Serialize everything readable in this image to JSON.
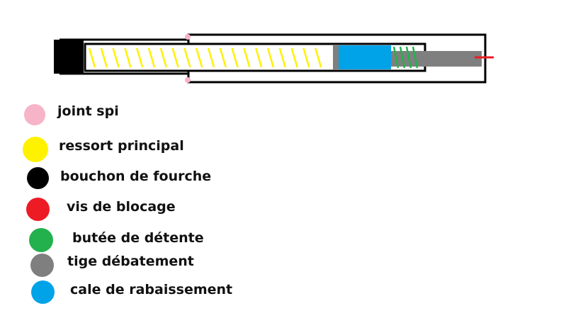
{
  "colors": {
    "joint_spi": "#f7b3c8",
    "ressort": "#fff200",
    "bouchon": "#000000",
    "vis": "#ed1c24",
    "butee": "#22b14c",
    "tige": "#7f7f7f",
    "cale": "#00a2e8"
  },
  "legend": [
    {
      "key": "joint-spi",
      "label": "joint spi",
      "color": "#f7b3c8"
    },
    {
      "key": "ressort-principal",
      "label": "ressort principal",
      "color": "#fff200"
    },
    {
      "key": "bouchon-de-fourche",
      "label": "bouchon de fourche",
      "color": "#000000"
    },
    {
      "key": "vis-de-blocage",
      "label": "vis de blocage",
      "color": "#ed1c24"
    },
    {
      "key": "butee-de-detente",
      "label": "butée de détente",
      "color": "#22b14c"
    },
    {
      "key": "tige-debatement",
      "label": "tige débatement",
      "color": "#7f7f7f"
    },
    {
      "key": "cale-de-rabaissement",
      "label": "cale de rabaissement",
      "color": "#00a2e8"
    }
  ]
}
